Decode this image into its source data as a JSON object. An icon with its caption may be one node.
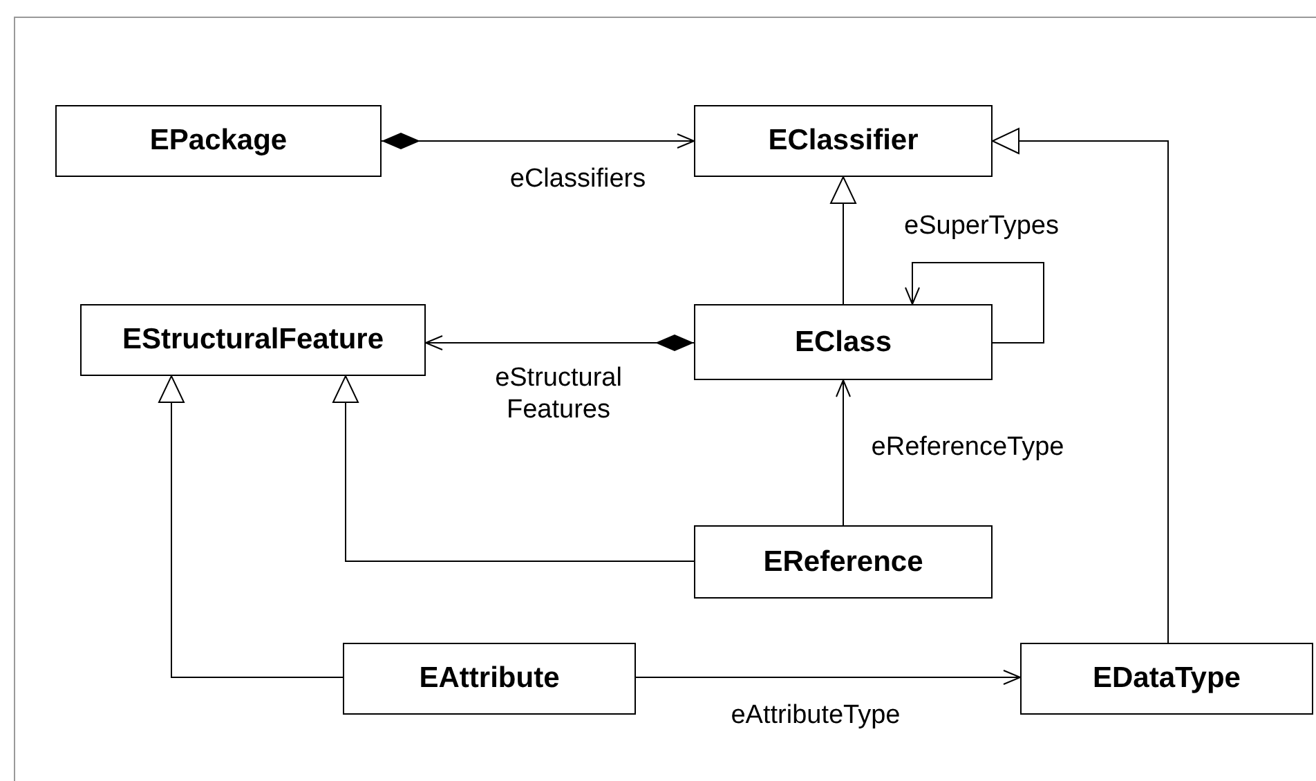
{
  "diagram": {
    "nodes": [
      {
        "text": [
          "EPackage"
        ]
      },
      {
        "text": [
          "EClassifier"
        ]
      },
      {
        "text": [
          "EStructuralFeature"
        ]
      },
      {
        "text": [
          "EClass"
        ]
      },
      {
        "text": [
          "EReference"
        ]
      },
      {
        "text": [
          "EAttribute"
        ]
      },
      {
        "text": [
          "EDataType"
        ]
      }
    ],
    "edges": [
      {
        "from": 0,
        "to": 1,
        "arrow": "to",
        "label": "eClassifiers"
      },
      {
        "from": 3,
        "to": 1,
        "arrow": "to"
      },
      {
        "from": 3,
        "to": 3,
        "arrow": "to",
        "label": "eSuperTypes"
      },
      {
        "from": 3,
        "to": 2,
        "arrow": "to",
        "label": "eStructural Features"
      },
      {
        "from": 4,
        "to": 3,
        "arrow": "to",
        "label": "eReferenceType"
      },
      {
        "from": 4,
        "to": 2,
        "arrow": "to"
      },
      {
        "from": 5,
        "to": 2,
        "arrow": "to"
      },
      {
        "from": 5,
        "to": 6,
        "arrow": "to",
        "label": "eAttributeType"
      },
      {
        "from": 6,
        "to": 1,
        "arrow": "to"
      }
    ]
  }
}
